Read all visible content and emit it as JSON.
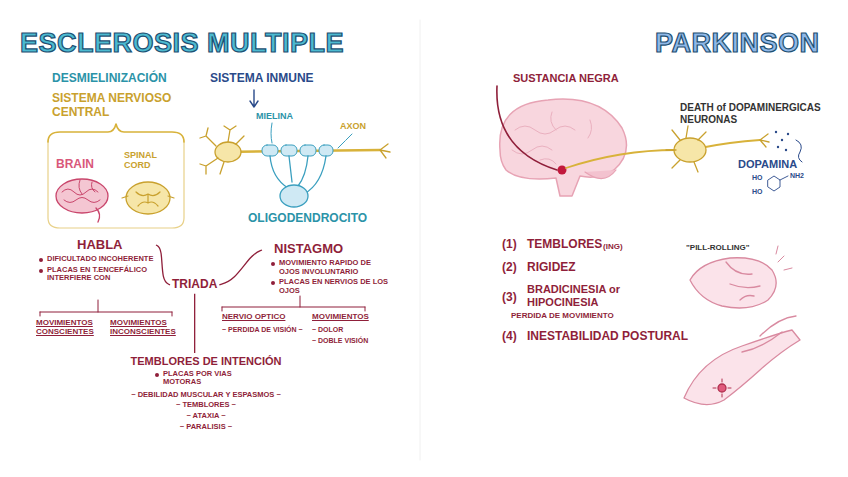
{
  "diagram": {
    "nodes": [
      {
        "text": [
          "HABLA",
          "DIFICULTADO INCOHERENTE",
          "PLACAS EN T.ENCEFÁLICO INTERFIERE CON"
        ]
      },
      {
        "text": [
          "TRIADA"
        ]
      },
      {
        "text": [
          "NISTAGMO",
          "MOVIMIENTO RAPIDO DE OJOS INVOLUNTARIO",
          "PLACAS EN NERVIOS DE LOS OJOS"
        ]
      },
      {
        "text": [
          "TEMBLORES DE INTENCIÓN",
          "PLACAS POR VIAS MOTORAS",
          "~ DEBILIDAD MUSCULAR Y ESPASMOS ~",
          "~ TEMBLORES ~",
          "~ ATAXIA ~",
          "~ PARALISIS ~"
        ]
      }
    ],
    "edges": [
      {
        "from": 1,
        "to": 0,
        "arrow": "none"
      },
      {
        "from": 1,
        "to": 2,
        "arrow": "none"
      },
      {
        "from": 1,
        "to": 3,
        "arrow": "none"
      }
    ],
    "labels": [
      "ESCLEROSIS MULTIPLE",
      "DESMIELINIZACIÓN",
      "SISTEMA NERVIOSO CENTRAL",
      "SISTEMA INMUNE",
      "MIELINA",
      "AXON",
      "BRAIN",
      "SPINAL CORD",
      "OLIGODENDROCITO",
      "MOVIMIENTOS CONSCIENTES",
      "MOVIMIENTOS INCONSCIENTES",
      "NERVIO OPTICO",
      "~ PERDIDA DE VISIÓN ~",
      "MOVIMIENTOS",
      "~ DOLOR",
      "~ DOBLE VISIÓN",
      "PARKINSON",
      "SUSTANCIA NEGRA",
      "DEATH of DOPAMINERGICAS NEURONAS",
      "DOPAMINA",
      "HO",
      "HO",
      "NH2",
      "(1)",
      "TEMBLORES",
      "(ING)",
      "(2)",
      "RIGIDEZ",
      "(3)",
      "BRADICINESIA or HIPOCINESIA",
      "PERDIDA DE MOVIMIENTO",
      "(4)",
      "INESTABILIDAD POSTURAL",
      "\"PILL-ROLLING\""
    ]
  }
}
